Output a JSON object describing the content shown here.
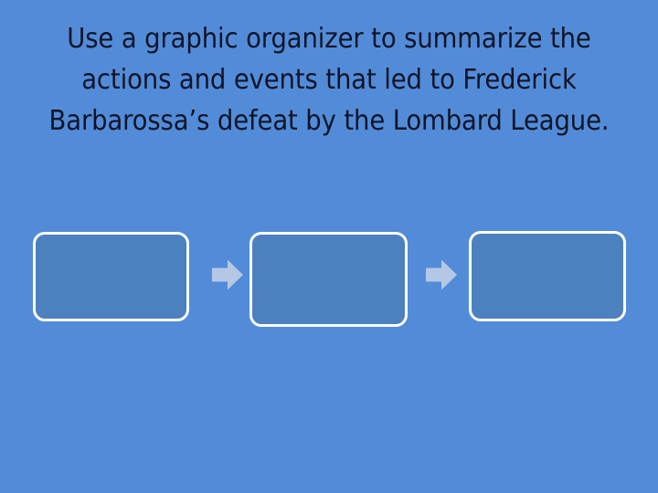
{
  "slide": {
    "background_color": "#528CD8",
    "title": {
      "text": "Use a graphic organizer to summarize the actions and events that led to Frederick Barbarossa’s defeat by the Lombard League.",
      "lines": [
        "Use a graphic organizer to summarize",
        "the actions and events that led to",
        "Frederick Barbarossa’s defeat by the",
        "Lombard League."
      ],
      "color": "#0F1428",
      "align": "center"
    },
    "diagram": {
      "type": "flow-chart",
      "orientation": "left-to-right",
      "box_fill_color": "#4D80BF",
      "box_border_color": "#FFFFFF",
      "arrow_color": "#B4C7E5",
      "boxes": [
        {
          "id": "box-1",
          "label": ""
        },
        {
          "id": "box-2",
          "label": ""
        },
        {
          "id": "box-3",
          "label": ""
        }
      ],
      "arrows": [
        {
          "id": "arrow-1",
          "direction": "right"
        },
        {
          "id": "arrow-2",
          "direction": "right"
        }
      ]
    }
  }
}
